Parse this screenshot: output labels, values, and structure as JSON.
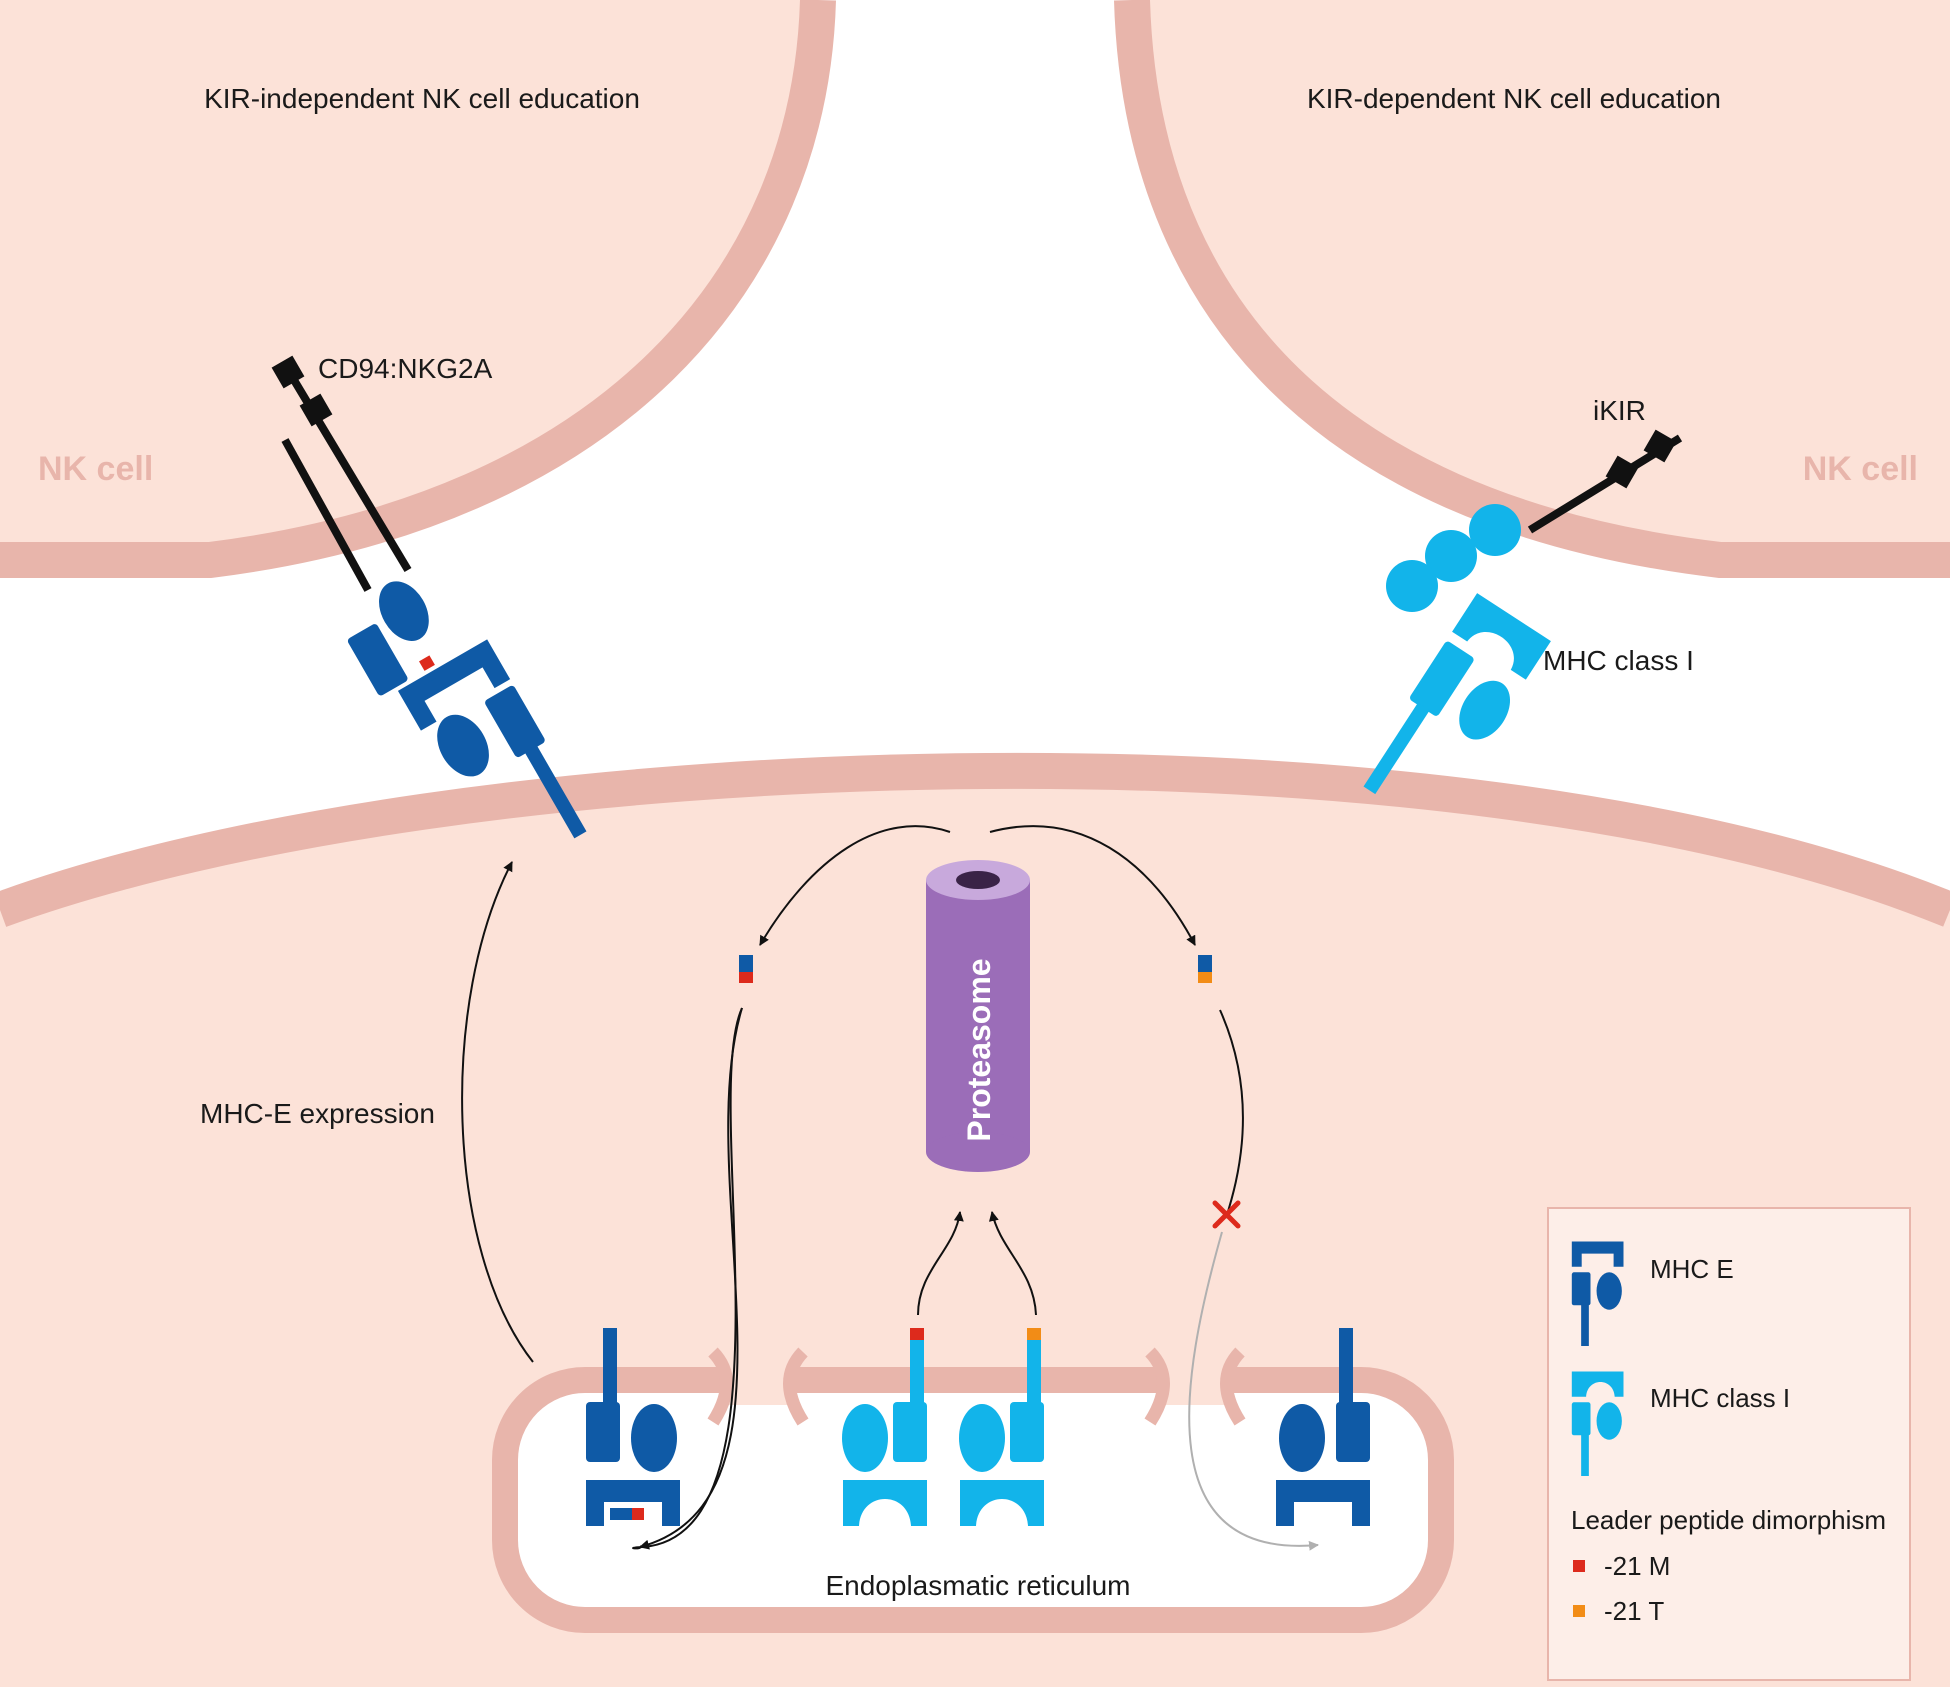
{
  "labels": {
    "left_cell_title": "KIR-independent NK cell education",
    "right_cell_title": "KIR-dependent NK cell education",
    "nk_cell_left": "NK cell",
    "nk_cell_right": "NK cell",
    "cd94_receptor": "CD94:NKG2A",
    "ikir_receptor": "iKIR",
    "mhc_class_i_surface": "MHC class I",
    "mhc_e_expression": "MHC-E expression",
    "proteasome": "Proteasome",
    "er": "Endoplasmatic reticulum"
  },
  "legend": {
    "mhc_e": "MHC E",
    "mhc_class_i": "MHC class I",
    "dimorphism_title": "Leader peptide dimorphism",
    "m21": "-21 M",
    "t21": "-21 T"
  },
  "colors": {
    "membrane": "#e8b5ab",
    "cytoplasm": "#fce2d8",
    "mhc_e_blue": "#0f5aa6",
    "mhc_i_blue": "#12b4ea",
    "m21_red": "#dd2a1c",
    "t21_orange": "#f28c16",
    "proteasome_purple": "#9b6db8",
    "arrow_black": "#111111",
    "blocked_arrow_grey": "#b0b0b0"
  },
  "icons": {
    "blocked_mark": "red-x-icon"
  }
}
